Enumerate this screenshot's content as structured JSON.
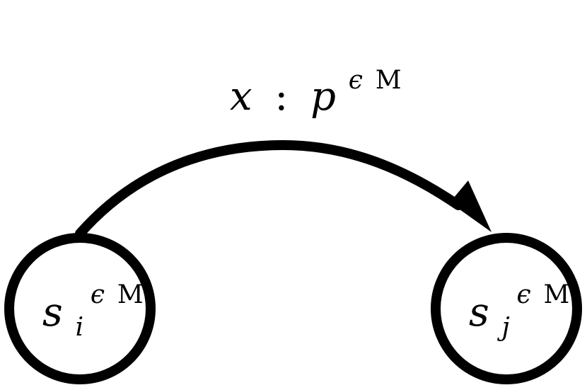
{
  "diagram": {
    "colors": {
      "stroke": "#000000",
      "fill": "#ffffff"
    },
    "nodes": [
      {
        "id": "source",
        "symbol": "s",
        "subscript": "i",
        "superscript_symbol": "ϵ",
        "superscript_text": "M"
      },
      {
        "id": "target",
        "symbol": "s",
        "subscript": "j",
        "superscript_symbol": "ϵ",
        "superscript_text": "M"
      }
    ],
    "edge": {
      "from": "source",
      "to": "target",
      "label": {
        "input": "x",
        "separator": ":",
        "probability": "p",
        "superscript_symbol": "ϵ",
        "superscript_text": "M"
      }
    }
  }
}
